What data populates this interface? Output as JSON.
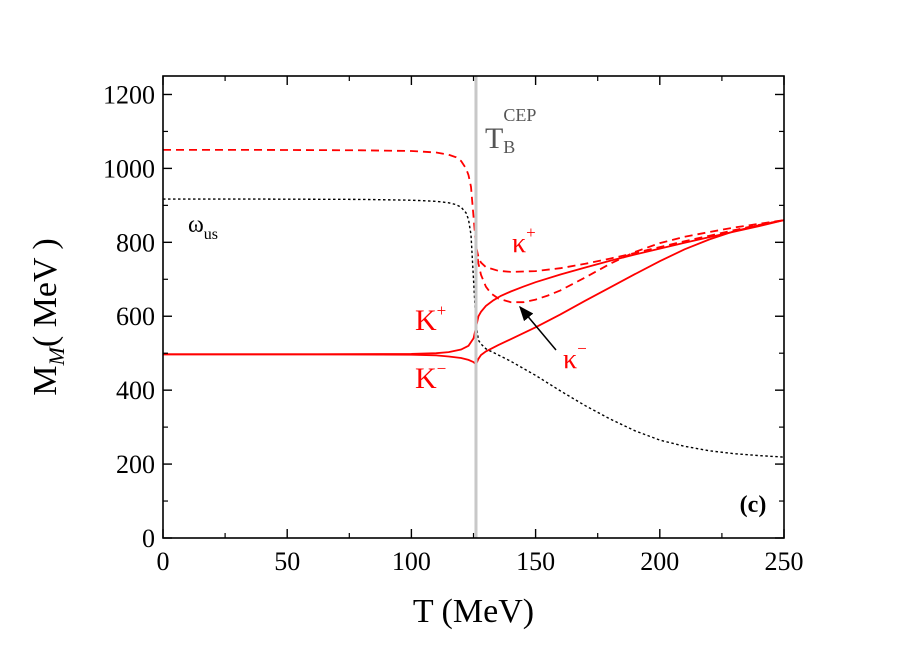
{
  "chart_data": {
    "type": "line",
    "xlabel": "T (MeV)",
    "ylabel_main": "M",
    "ylabel_sub": "M",
    "ylabel_unit": "( MeV )",
    "xlim": [
      0,
      250
    ],
    "ylim": [
      0,
      1250
    ],
    "xticks": [
      0,
      50,
      100,
      150,
      200,
      250
    ],
    "yticks": [
      0,
      200,
      400,
      600,
      800,
      1000,
      1200
    ],
    "grid": false,
    "panel_label": "(c)",
    "vline": {
      "x": 126,
      "color": "#c8c8c8",
      "label_main": "T",
      "label_sub": "B",
      "label_sup": "CEP"
    },
    "series": [
      {
        "id": "omega_us",
        "color": "#000000",
        "dash": "dotted",
        "x": [
          0,
          40,
          80,
          100,
          110,
          115,
          118,
          120,
          122,
          123,
          124,
          125,
          126,
          127,
          128,
          130,
          135,
          140,
          150,
          160,
          170,
          180,
          190,
          200,
          210,
          220,
          230,
          240,
          250
        ],
        "y": [
          917,
          917,
          916,
          914,
          911,
          907,
          902,
          895,
          880,
          862,
          820,
          700,
          580,
          535,
          525,
          512,
          495,
          478,
          440,
          398,
          358,
          322,
          290,
          265,
          248,
          236,
          228,
          223,
          219
        ]
      },
      {
        "id": "kappa_plus",
        "color": "#ff0000",
        "dash": "dashed",
        "x": [
          0,
          40,
          80,
          100,
          110,
          115,
          118,
          120,
          122,
          123,
          124,
          125,
          126,
          127,
          128,
          130,
          135,
          140,
          150,
          160,
          170,
          180,
          190,
          200,
          210,
          220,
          230,
          240,
          250
        ],
        "y": [
          1050,
          1050,
          1049,
          1047,
          1043,
          1037,
          1030,
          1020,
          1000,
          982,
          950,
          870,
          790,
          760,
          745,
          733,
          723,
          720,
          722,
          730,
          742,
          756,
          771,
          787,
          803,
          818,
          833,
          847,
          860
        ]
      },
      {
        "id": "kappa_minus",
        "color": "#ff0000",
        "dash": "dashed",
        "x": [
          126,
          127,
          128,
          130,
          132,
          135,
          140,
          145,
          150,
          155,
          160,
          170,
          180,
          190,
          200,
          210,
          220,
          230,
          240,
          250
        ],
        "y": [
          790,
          742,
          712,
          680,
          662,
          648,
          638,
          638,
          645,
          656,
          670,
          705,
          742,
          774,
          798,
          815,
          828,
          840,
          850,
          860
        ]
      },
      {
        "id": "K_plus",
        "color": "#ff0000",
        "dash": "solid",
        "x": [
          0,
          50,
          100,
          110,
          115,
          120,
          123,
          125,
          126,
          127,
          128,
          130,
          133,
          136,
          140,
          145,
          150,
          160,
          170,
          180,
          190,
          200,
          210,
          220,
          230,
          240,
          250
        ],
        "y": [
          497,
          497,
          498,
          500,
          503,
          510,
          520,
          540,
          570,
          600,
          612,
          628,
          643,
          655,
          667,
          680,
          692,
          713,
          732,
          750,
          767,
          783,
          799,
          814,
          829,
          844,
          860
        ]
      },
      {
        "id": "K_minus",
        "color": "#ff0000",
        "dash": "solid",
        "x": [
          0,
          50,
          100,
          110,
          115,
          120,
          123,
          125,
          126,
          127,
          128,
          130,
          135,
          140,
          150,
          160,
          170,
          180,
          190,
          200,
          210,
          220,
          230,
          240,
          250
        ],
        "y": [
          497,
          497,
          496,
          494,
          491,
          487,
          482,
          476,
          470,
          485,
          495,
          505,
          522,
          538,
          570,
          605,
          642,
          678,
          714,
          749,
          781,
          808,
          830,
          846,
          860
        ]
      }
    ],
    "annotations": [
      {
        "id": "omega",
        "main": "ω",
        "sub": "us",
        "color": "#000000"
      },
      {
        "id": "kappa-plus",
        "main": "κ",
        "sup": "+",
        "color": "#ff0000"
      },
      {
        "id": "K-plus",
        "main": "K",
        "sup": "+",
        "color": "#ff0000"
      },
      {
        "id": "K-minus",
        "main": "K",
        "sup": "−",
        "color": "#ff0000"
      },
      {
        "id": "kappa-minus",
        "main": "κ",
        "sup": "−",
        "color": "#ff0000"
      }
    ]
  }
}
